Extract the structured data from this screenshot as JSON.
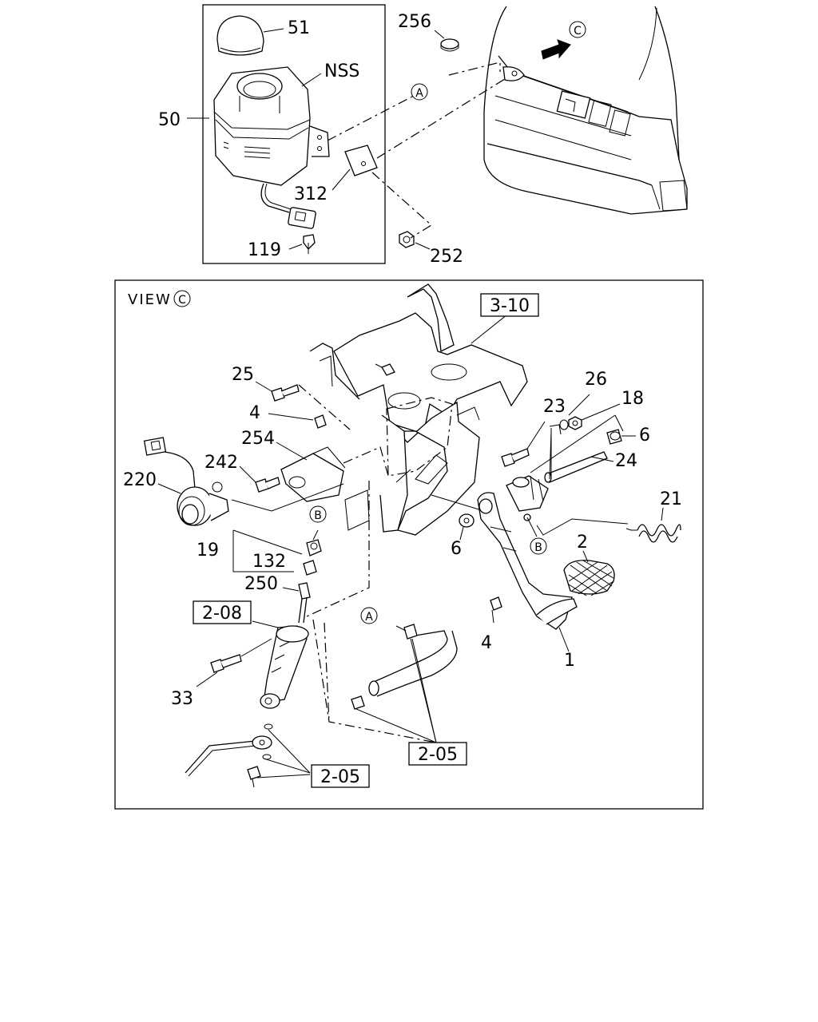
{
  "view_title": "VIEW",
  "circle_refs": {
    "view": "C",
    "a": "A",
    "b": "B"
  },
  "top_labels": {
    "p51": "51",
    "nss": "NSS",
    "p50": "50",
    "p312": "312",
    "p119": "119",
    "p256": "256",
    "p252": "252"
  },
  "view_labels": {
    "p25": "25",
    "p4a": "4",
    "p254": "254",
    "p242": "242",
    "p220": "220",
    "p19": "19",
    "p132": "132",
    "p250": "250",
    "p33": "33",
    "p23": "23",
    "p26": "26",
    "p18": "18",
    "p6a": "6",
    "p24": "24",
    "p6b": "6",
    "p21": "21",
    "p2": "2",
    "p4b": "4",
    "p1": "1"
  },
  "boxed_refs": {
    "r310": "3-10",
    "r208": "2-08",
    "r205a": "2-05",
    "r205b": "2-05"
  }
}
